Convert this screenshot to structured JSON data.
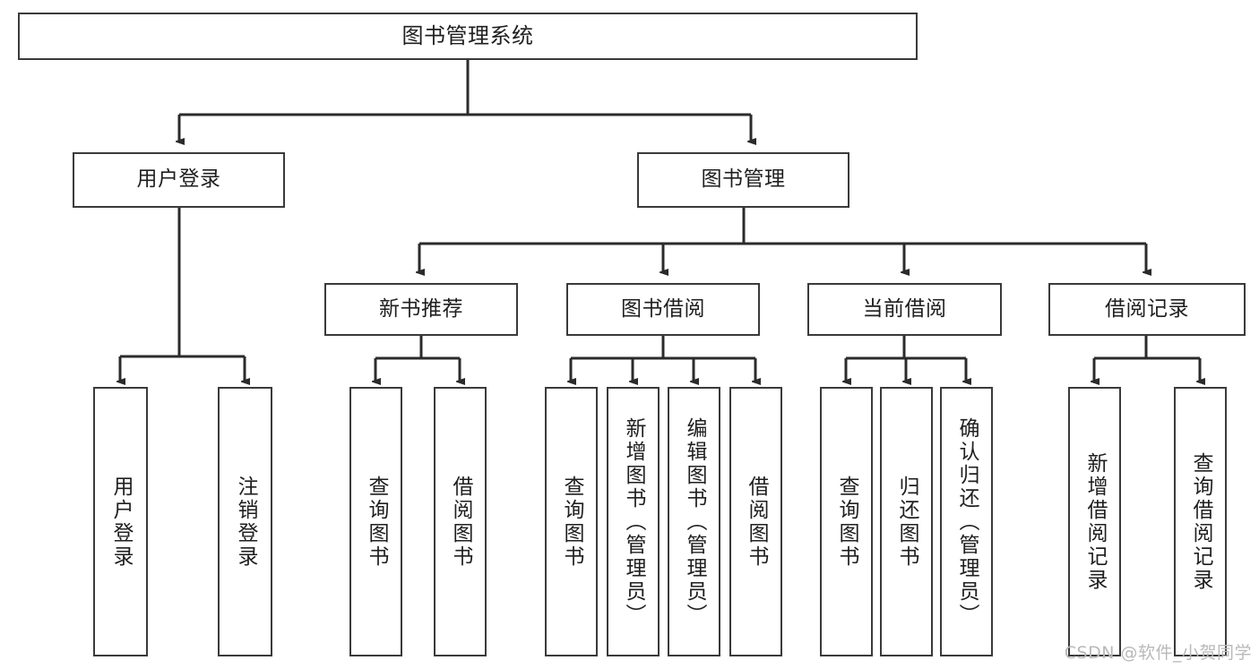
{
  "diagram": {
    "title": "图书管理系统",
    "colors": {
      "box_border": "#3a3a3a",
      "box_fill": "#ffffff",
      "edge": "#2b2b2b",
      "text": "#1f1f1f",
      "watermark": "#b9b9b9"
    },
    "root": {
      "label": "图书管理系统"
    },
    "level2": [
      {
        "label": "用户登录"
      },
      {
        "label": "图书管理"
      }
    ],
    "level3": [
      {
        "label": "新书推荐"
      },
      {
        "label": "图书借阅"
      },
      {
        "label": "当前借阅"
      },
      {
        "label": "借阅记录"
      }
    ],
    "leaves": [
      {
        "label": "用户登录"
      },
      {
        "label": "注销登录"
      },
      {
        "label": "查询图书"
      },
      {
        "label": "借阅图书"
      },
      {
        "label": "查询图书"
      },
      {
        "label": "新增图书（管理员）"
      },
      {
        "label": "编辑图书（管理员）"
      },
      {
        "label": "借阅图书"
      },
      {
        "label": "查询图书"
      },
      {
        "label": "归还图书"
      },
      {
        "label": "确认归还（管理员）"
      },
      {
        "label": "新增借阅记录"
      },
      {
        "label": "查询借阅记录"
      }
    ],
    "watermark": "CSDN @软件_小贺同学"
  }
}
